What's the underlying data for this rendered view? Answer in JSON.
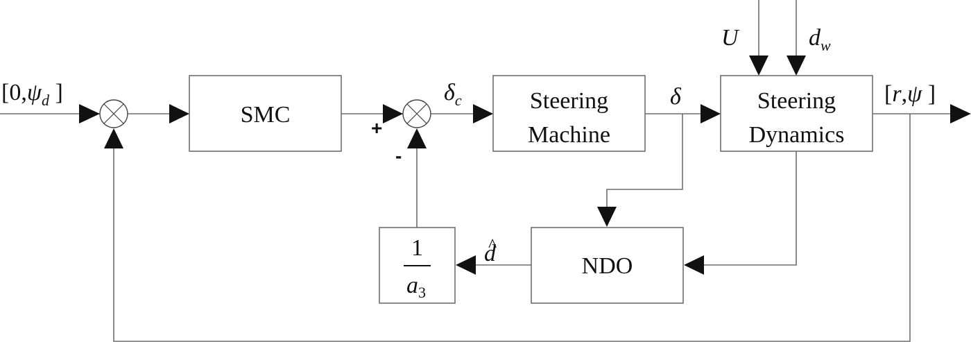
{
  "diagram": {
    "title": "Ship steering control block diagram with SMC and nonlinear disturbance observer",
    "blocks": {
      "smc": {
        "label": "SMC"
      },
      "steering_machine": {
        "line1": "Steering",
        "line2": "Machine"
      },
      "steering_dynamics": {
        "line1": "Steering",
        "line2": "Dynamics"
      },
      "ndo": {
        "label": "NDO"
      },
      "gain": {
        "numerator": "1",
        "denominator_base": "a",
        "denominator_sub": "3"
      }
    },
    "signals": {
      "reference": {
        "open": "[0,",
        "symbol": "ψ",
        "sub": "d",
        "close": " ]"
      },
      "delta_c": {
        "symbol": "δ",
        "sub": "c"
      },
      "delta": {
        "symbol": "δ"
      },
      "speed": {
        "symbol": "U"
      },
      "wind_disturbance": {
        "symbol": "d",
        "sub": "w"
      },
      "output": {
        "open": "[",
        "r": "r",
        "comma": ",",
        "psi": "ψ",
        "close": " ]"
      },
      "disturbance_estimate": {
        "symbol": "d",
        "hat": "^"
      }
    },
    "summing_junctions": {
      "sum2_plus": "+",
      "sum2_minus": "-"
    }
  }
}
